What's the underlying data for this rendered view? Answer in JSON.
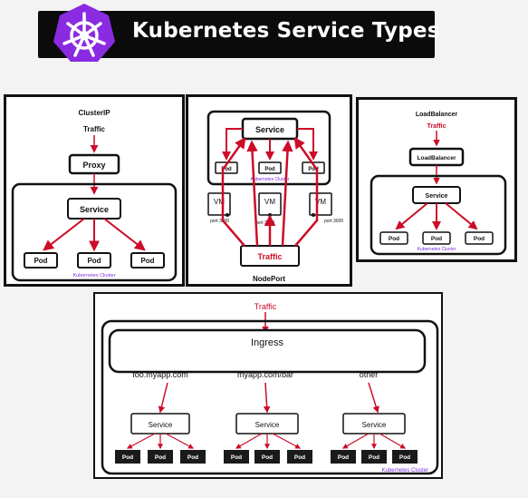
{
  "banner": {
    "title": "Kubernetes Service Types"
  },
  "clusterip": {
    "title": "ClusterIP",
    "traffic": "Traffic",
    "proxy": "Proxy",
    "service": "Service",
    "pods": [
      "Pod",
      "Pod",
      "Pod"
    ],
    "cluster_label": "Kubernetes Cluster"
  },
  "nodeport": {
    "title": "NodePort",
    "service": "Service",
    "pods": [
      "Pod",
      "Pod",
      "Pod"
    ],
    "cluster_label": "Kubernetes Cluster",
    "vms": [
      "VM",
      "VM",
      "VM"
    ],
    "ports": [
      "port 3000",
      "port 3000",
      "port 3000"
    ],
    "traffic": "Traffic"
  },
  "loadbalancer": {
    "title": "LoadBalancer",
    "traffic": "Traffic",
    "loadbalancer": "LoadBalancer",
    "service": "Service",
    "pods": [
      "Pod",
      "Pod",
      "Pod"
    ],
    "cluster_label": "Kubernetes Cluster"
  },
  "ingress": {
    "traffic": "Traffic",
    "ingress": "Ingress",
    "routes": [
      "foo.myapp.com",
      "myapp.com/bar",
      "other"
    ],
    "services": [
      "Service",
      "Service",
      "Service"
    ],
    "pods": [
      "Pod",
      "Pod",
      "Pod",
      "Pod",
      "Pod",
      "Pod",
      "Pod",
      "Pod",
      "Pod"
    ],
    "cluster_label": "Kubernetes Cluster"
  },
  "colors": {
    "arrow": "#cc0c28",
    "cluster_label": "#7b2fe0",
    "node": "#111111",
    "logo": "#8a2be2"
  }
}
